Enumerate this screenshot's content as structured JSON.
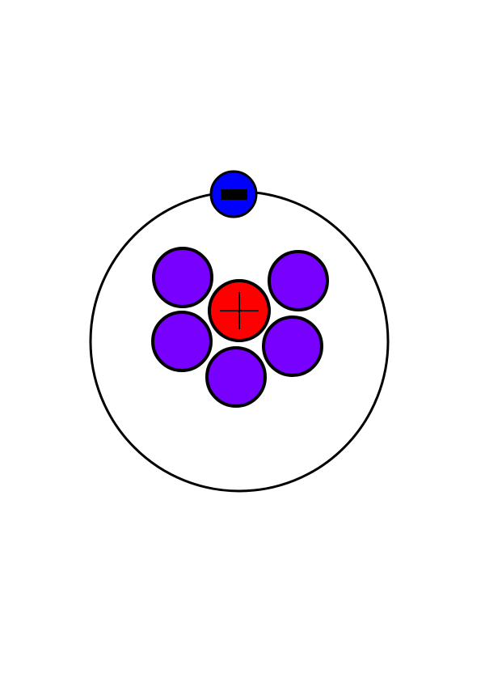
{
  "diagram": {
    "type": "atom-model",
    "orbit": {
      "stroke_color": "#000000",
      "fill_color": "#ffffff"
    },
    "nucleus": {
      "proton": {
        "fill_color": "#ff0000",
        "symbol": "plus"
      },
      "neutrons": [
        {
          "id": 1,
          "fill_color": "#7700ff"
        },
        {
          "id": 2,
          "fill_color": "#7700ff"
        },
        {
          "id": 3,
          "fill_color": "#7700ff"
        },
        {
          "id": 4,
          "fill_color": "#7700ff"
        },
        {
          "id": 5,
          "fill_color": "#7700ff"
        }
      ]
    },
    "electron": {
      "fill_color": "#0000ff",
      "symbol": "minus"
    }
  }
}
